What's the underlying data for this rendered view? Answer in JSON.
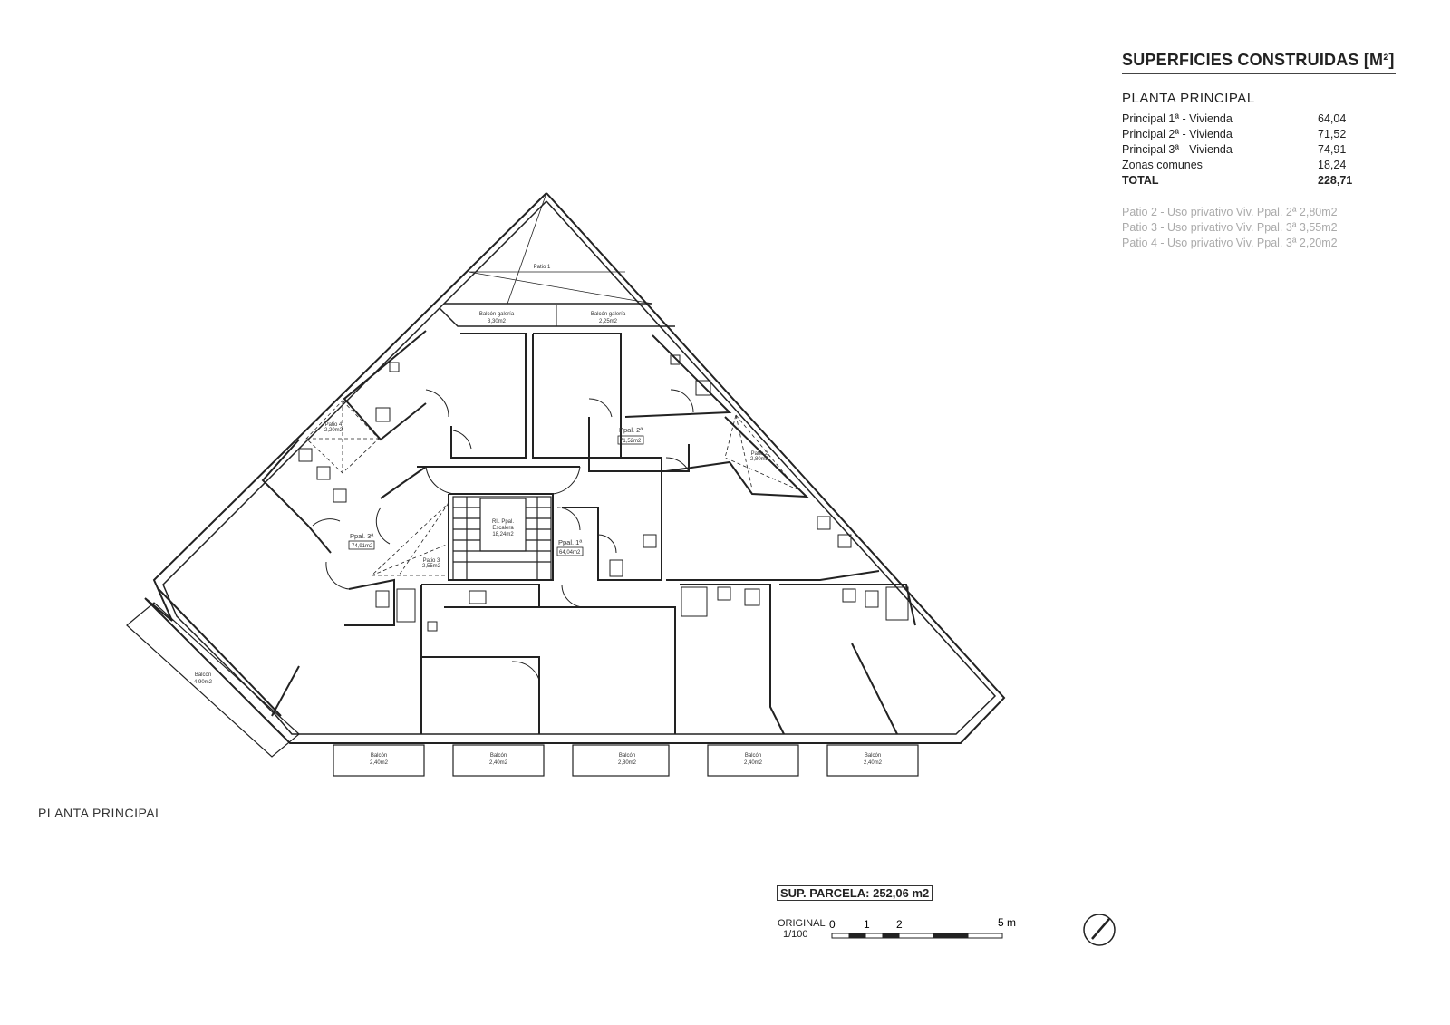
{
  "legend": {
    "title": "SUPERFICIES CONSTRUIDAS [M²]",
    "subtitle": "PLANTA PRINCIPAL",
    "rows": [
      {
        "label": "Principal 1ª - Vivienda",
        "value": "64,04"
      },
      {
        "label": "Principal 2ª - Vivienda",
        "value": "71,52"
      },
      {
        "label": "Principal 3ª - Vivienda",
        "value": "74,91"
      },
      {
        "label": "Zonas comunes",
        "value": "18,24"
      }
    ],
    "total": {
      "label": "TOTAL",
      "value": "228,71"
    },
    "patios": [
      "Patio 2 - Uso privativo Viv. Ppal. 2ª 2,80m2",
      "Patio 3 - Uso privativo Viv. Ppal. 3ª 3,55m2",
      "Patio 4 - Uso privativo Viv. Ppal. 3ª 2,20m2"
    ]
  },
  "plan": {
    "title": "PLANTA PRINCIPAL",
    "rooms": {
      "patio1": "Patio 1",
      "galeria1": [
        "Balcón galería",
        "3,30m2"
      ],
      "galeria2": [
        "Balcón galería",
        "2,25m2"
      ],
      "ppal1": [
        "Ppal. 1ª",
        "64,04m2"
      ],
      "ppal2": [
        "Ppal. 2ª",
        "71,52m2"
      ],
      "ppal3": [
        "Ppal. 3ª",
        "74,91m2"
      ],
      "patio2": [
        "Patio 2",
        "2,80m2"
      ],
      "patio3": [
        "Patio 3",
        "2,55m2"
      ],
      "patio4": [
        "Patio 4",
        "2,20m2"
      ],
      "escalera": [
        "Rll. Ppal.",
        "Escalera",
        "18,24m2"
      ],
      "balcon_left": [
        "Balcón",
        "4,90m2"
      ],
      "balcones": [
        [
          "Balcón",
          "2,40m2"
        ],
        [
          "Balcón",
          "2,40m2"
        ],
        [
          "Balcón",
          "2,80m2"
        ],
        [
          "Balcón",
          "2,40m2"
        ],
        [
          "Balcón",
          "2,40m2"
        ]
      ]
    },
    "parcela": "SUP. PARCELA: 252,06 m2",
    "scale": {
      "original": "ORIGINAL",
      "ratio": "1/100",
      "ticks": [
        "0",
        "1",
        "2",
        "5 m"
      ]
    }
  }
}
